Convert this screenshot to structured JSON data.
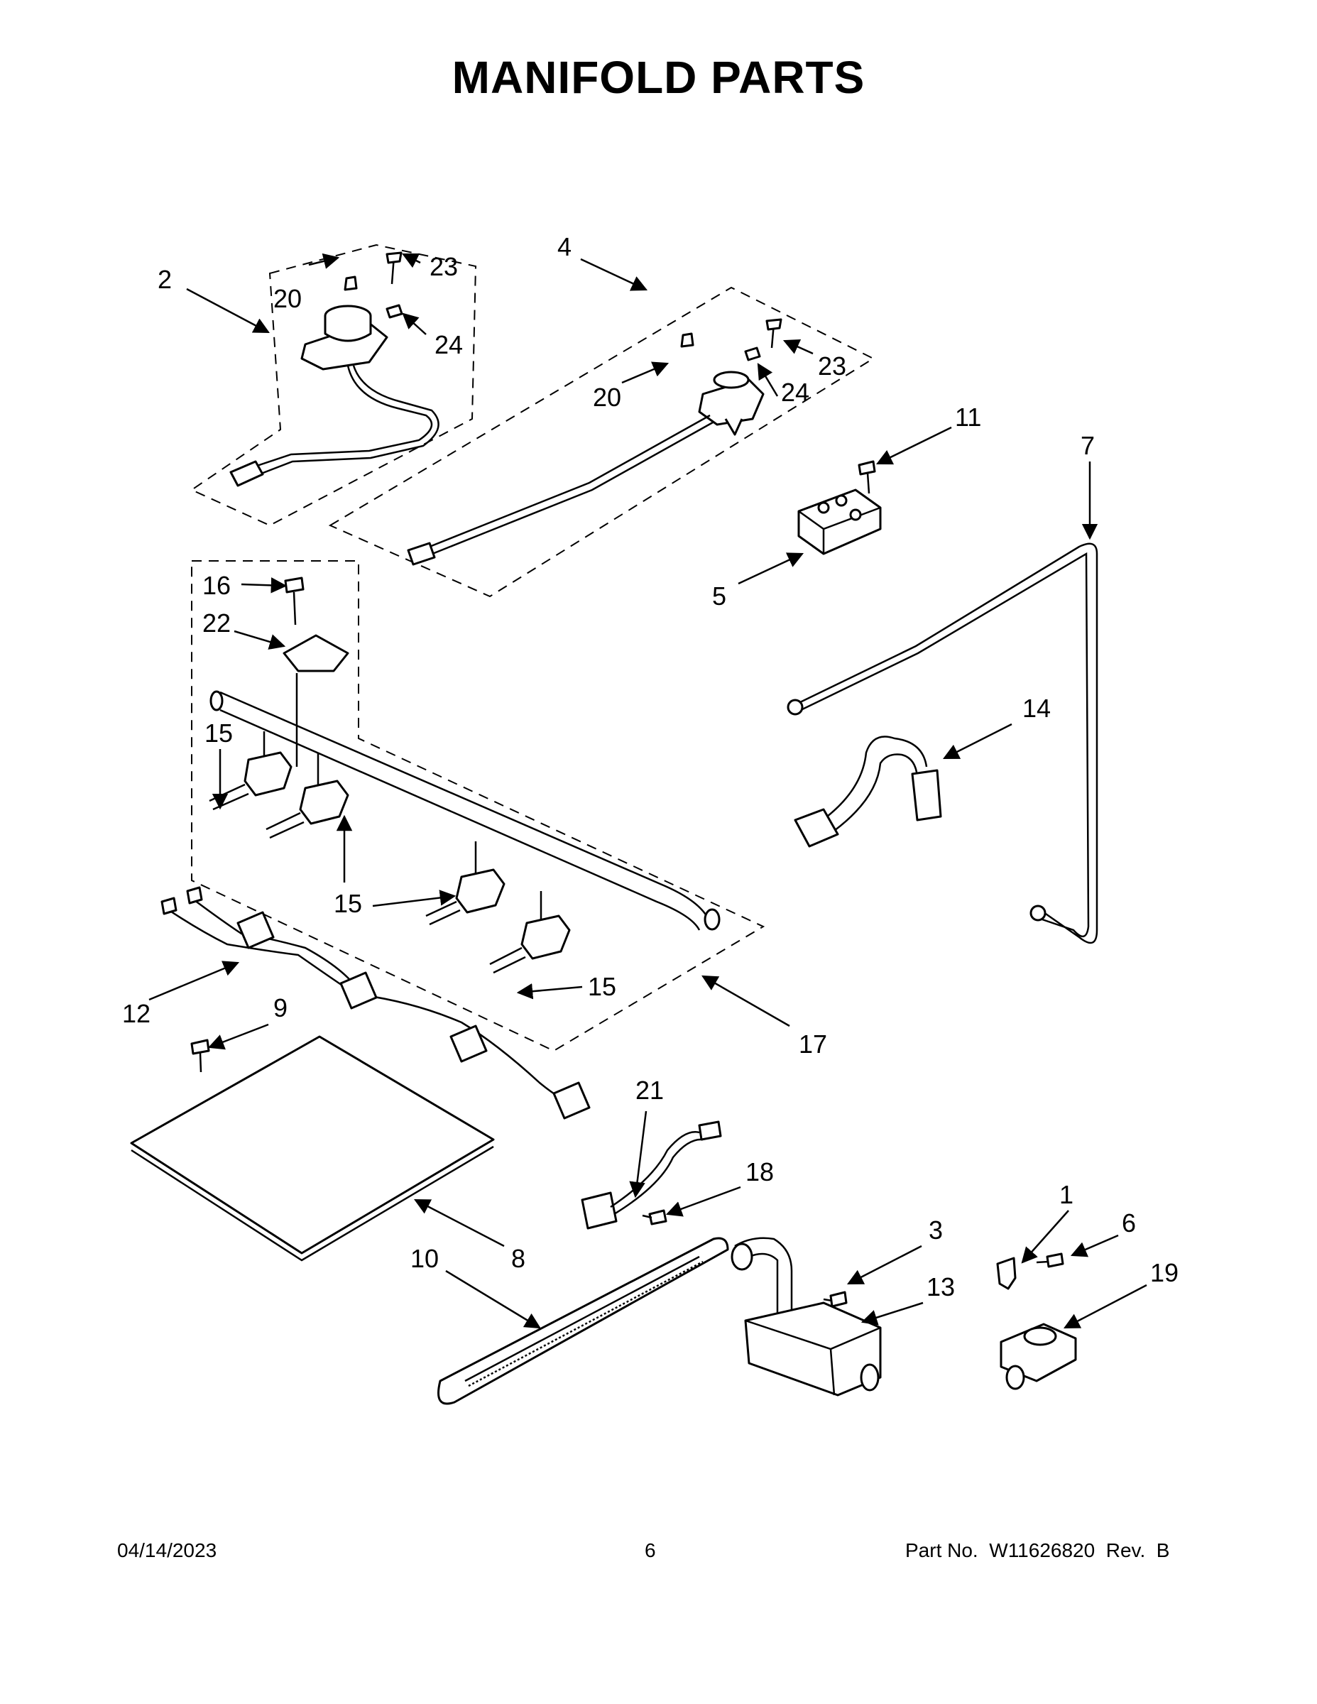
{
  "page": {
    "title": "MANIFOLD PARTS",
    "footer_date": "04/14/2023",
    "footer_page": "6",
    "footer_part": "Part No.  W11626820  Rev.  B"
  },
  "callouts": {
    "c2": "2",
    "c20a": "20",
    "c23a": "23",
    "c24a": "24",
    "c4": "4",
    "c20b": "20",
    "c24b": "24",
    "c23b": "23",
    "c11": "11",
    "c7": "7",
    "c5": "5",
    "c16": "16",
    "c22": "22",
    "c15a": "15",
    "c15b": "15",
    "c15c": "15",
    "c14": "14",
    "c12": "12",
    "c9": "9",
    "c17": "17",
    "c21": "21",
    "c18": "18",
    "c8": "8",
    "c10": "10",
    "c3": "3",
    "c13": "13",
    "c1": "1",
    "c6": "6",
    "c19": "19"
  }
}
